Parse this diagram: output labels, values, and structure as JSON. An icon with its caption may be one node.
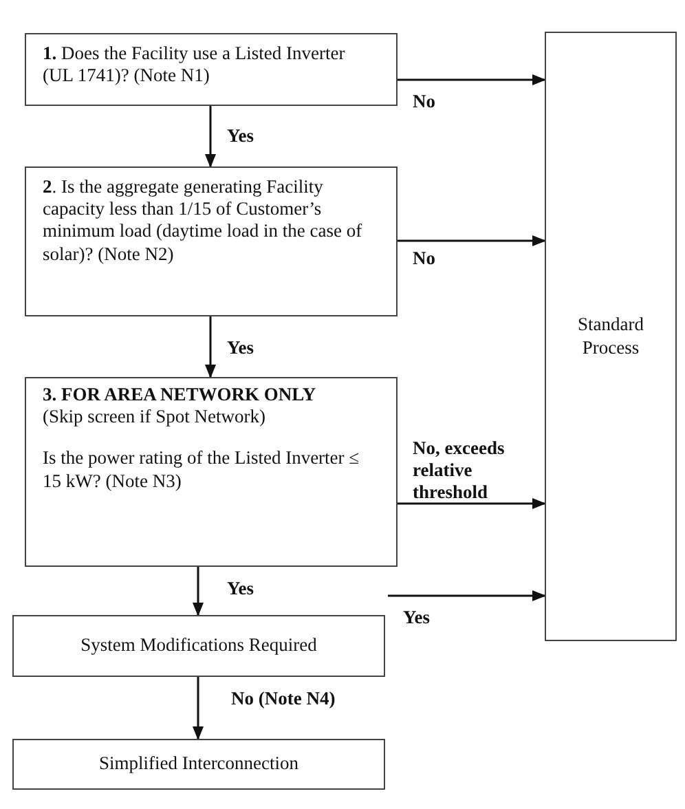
{
  "diagram": {
    "nodes": [
      {
        "text": [
          "**1.** Does the Facility use a Listed Inverter (UL 1741)? (Note N1)"
        ]
      },
      {
        "text": [
          "**2**. Is the aggregate generating Facility capacity less than 1/15 of Customer’s minimum load (daytime load in the case of solar)? (Note N2)"
        ]
      },
      {
        "text": [
          "3. FOR AREA NETWORK ONLY",
          "(Skip screen if Spot Network)",
          "Is the power rating of the Listed Inverter ≤ 15 kW? (Note N3)"
        ]
      },
      {
        "text": [
          "Standard Process"
        ]
      },
      {
        "text": [
          "System Modifications Required"
        ]
      },
      {
        "text": [
          "Simplified Interconnection"
        ]
      }
    ],
    "edges": [
      {
        "from": 0,
        "to": 3,
        "arrow": "to",
        "label": "No"
      },
      {
        "from": 0,
        "to": 1,
        "arrow": "to",
        "label": "Yes"
      },
      {
        "from": 1,
        "to": 3,
        "arrow": "to",
        "label": "No"
      },
      {
        "from": 1,
        "to": 2,
        "arrow": "to",
        "label": "Yes"
      },
      {
        "from": 2,
        "to": 3,
        "arrow": "to",
        "label": "No, exceeds relative threshold"
      },
      {
        "from": 2,
        "to": 4,
        "arrow": "to",
        "label": "Yes"
      },
      {
        "from": null,
        "to": 3,
        "arrow": "to",
        "label": "Yes"
      },
      {
        "from": 4,
        "to": 5,
        "arrow": "to",
        "label": "No (Note N4)"
      }
    ]
  }
}
